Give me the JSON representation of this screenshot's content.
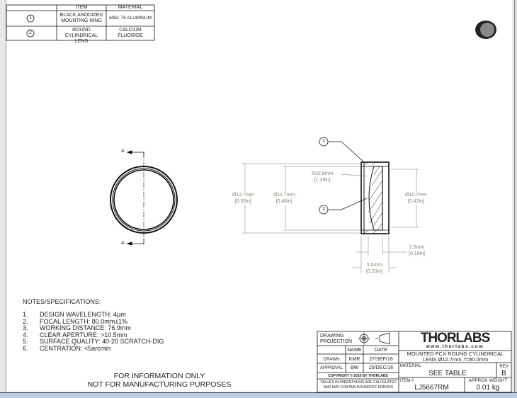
{
  "bom": {
    "headers": [
      "ITEM",
      "MATERIAL"
    ],
    "rows": [
      {
        "num": "1",
        "item": "BLACK ANODIZED MOUNTING RING",
        "material": "6061 T6 ALUMINUM"
      },
      {
        "num": "2",
        "item": "ROUND CYLINDRICAL LENS",
        "material": "CALCIUM FLUORIDE"
      }
    ]
  },
  "views": {
    "section_label": "A",
    "callouts": [
      "1",
      "2"
    ],
    "dims": {
      "od": "Ø12.7mm",
      "od_in": "[0.50in]",
      "lens_d": "Ø11.7mm",
      "lens_d_in": "[0.46in]",
      "ca": "Ø10.7mm",
      "ca_in": "[0.42in]",
      "radius": "R32.8mm",
      "radius_in": "[1.29in]",
      "t1": "2.5mm",
      "t1_in": "[0.10in]",
      "t2": "5.0mm",
      "t2_in": "[0.20in]"
    }
  },
  "notes": {
    "title": "NOTES/SPECIFICATIONS:",
    "items": [
      {
        "n": "1.",
        "text": "DESIGN WAVELENGTH: 4µm"
      },
      {
        "n": "2.",
        "text": "FOCAL LENGTH: 80.0mm±1%"
      },
      {
        "n": "3.",
        "text": "WORKING DISTANCE: 76.9mm"
      },
      {
        "n": "4.",
        "text": "CLEAR APERTURE: >10.5mm"
      },
      {
        "n": "5.",
        "text": "SURFACE QUALITY: 40-20 SCRATCH-DIG"
      },
      {
        "n": "6.",
        "text": "CENTRATION: <5arcmin"
      }
    ]
  },
  "disclaimer": [
    "FOR INFORMATION ONLY",
    "NOT FOR MANUFACTURING PURPOSES"
  ],
  "title_block": {
    "projection": "DRAWING PROJECTION",
    "name_h": "NAME",
    "date_h": "DATE",
    "drawn": "DRAWN",
    "drawn_name": "KMR",
    "drawn_date": "27/SEP/16",
    "approval": "APPROVAL",
    "approval_name": "BW",
    "approval_date": "20/DEC/16",
    "copyright": "COPYRIGHT © 2016 BY THORLABS",
    "values_note": "VALUES IN PARENTHESIS ARE CALCULATED AND MAY CONTAIN ROUNDOFF ERRORS",
    "logo": "THORLABS",
    "url": "www.thorlabs.com",
    "title": "MOUNTED PCX ROUND CYLINDRICAL LENS Ø12.7mm, f=80.0mm",
    "material_label": "MATERIAL",
    "material": "SEE TABLE",
    "rev_label": "REV",
    "rev": "B",
    "item_label": "ITEM #",
    "item": "LJ5667RM",
    "weight_label": "APPROX WEIGHT",
    "weight": "0.01 kg"
  }
}
